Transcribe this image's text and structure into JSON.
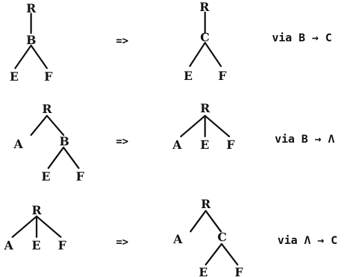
{
  "implies_symbol": "=>",
  "rows": [
    {
      "before": {
        "nodes": [
          "R",
          "B",
          "E",
          "F"
        ]
      },
      "after": {
        "nodes": [
          "R",
          "C",
          "E",
          "F"
        ]
      },
      "rule": "via B → C"
    },
    {
      "before": {
        "nodes": [
          "R",
          "A",
          "B",
          "E",
          "F"
        ]
      },
      "after": {
        "nodes": [
          "R",
          "A",
          "E",
          "F"
        ]
      },
      "rule": "via B → Λ"
    },
    {
      "before": {
        "nodes": [
          "R",
          "A",
          "E",
          "F"
        ]
      },
      "after": {
        "nodes": [
          "R",
          "A",
          "C",
          "E",
          "F"
        ]
      },
      "rule": "via Λ → C"
    }
  ]
}
